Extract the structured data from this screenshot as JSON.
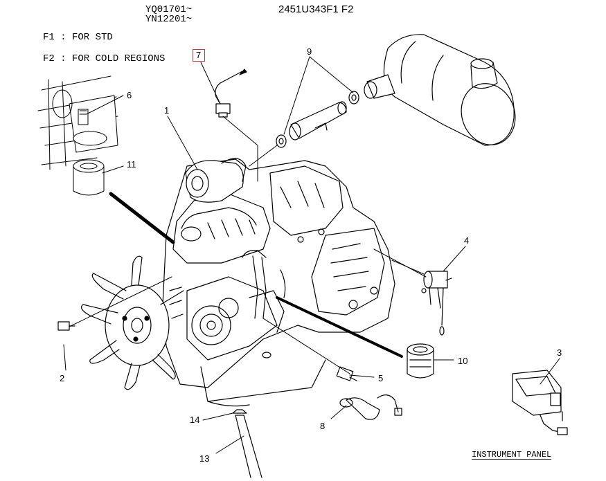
{
  "header": {
    "serial_1": "YQ01701~",
    "serial_2": "YN12201~",
    "code": "2451U343F1 F2"
  },
  "legend": {
    "f1": "F1 : FOR STD",
    "f2": "F2 : FOR COLD REGIONS"
  },
  "callouts": {
    "c1": "1",
    "c2": "2",
    "c3": "3",
    "c4": "4",
    "c5": "5",
    "c6": "6",
    "c7": "7",
    "c8": "8",
    "c9": "9",
    "c10": "10",
    "c11": "11",
    "c13": "13",
    "c14": "14"
  },
  "instrument_panel": "INSTRUMENT PANEL"
}
